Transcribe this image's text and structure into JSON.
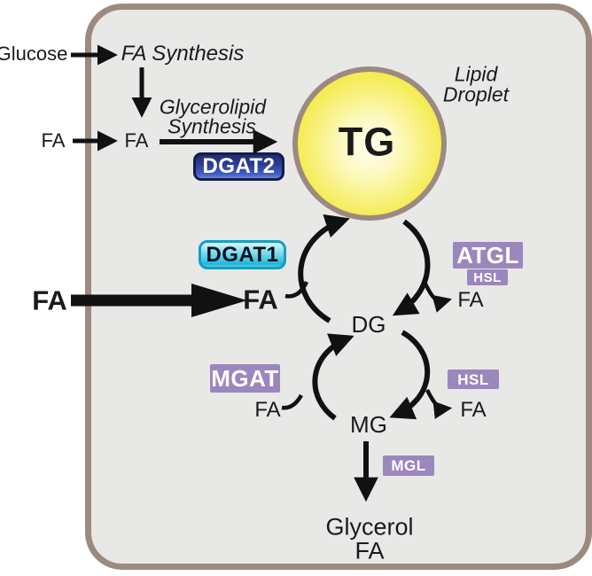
{
  "figure": {
    "description": "Lipid droplet triglyceride synthesis and lipolysis pathway diagram"
  },
  "labels": {
    "glucose": "Glucose",
    "fa_synthesis": "FA Synthesis",
    "glycerolipid_line1": "Glycerolipid",
    "glycerolipid_line2": "Synthesis",
    "lipid_droplet_line1": "Lipid",
    "lipid_droplet_line2": "Droplet",
    "fa_input_left": "FA",
    "fa_after_synthesis": "FA",
    "fa_bold_outer": "FA",
    "fa_bold_inner": "FA",
    "tg": "TG",
    "dg": "DG",
    "mg": "MG",
    "fa_atgl_product": "FA",
    "fa_mgat_substrate": "FA",
    "fa_hsl_product": "FA",
    "glycerol": "Glycerol",
    "fa_final": "FA"
  },
  "enzymes": {
    "dgat2": "DGAT2",
    "dgat1": "DGAT1",
    "atgl": "ATGL",
    "hsl_under_atgl": "HSL",
    "mgat": "MGAT",
    "hsl_right": "HSL",
    "mgl": "MGL"
  },
  "colors": {
    "membrane_border": "#9c8a80",
    "membrane_fill": "#e8e8e7",
    "droplet_yellow": "#f0e73e",
    "droplet_highlight": "#fffff2",
    "enzyme_purple": "#9b87bd",
    "dgat2_blue_dark": "#222d72",
    "dgat2_blue_light": "#4560c8",
    "dgat1_cyan": "#22b4d5",
    "arrow_black": "#111111",
    "text_black": "#1a1a1a",
    "background": "#ffffff"
  }
}
